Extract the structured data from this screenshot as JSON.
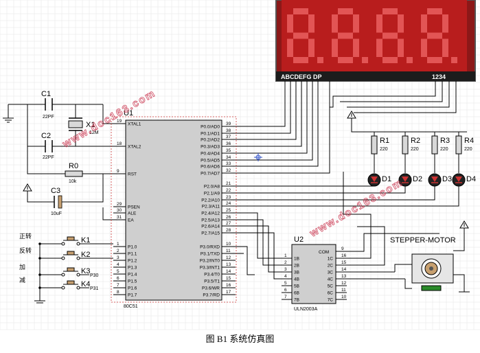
{
  "caption": "图 B1  系统仿真图",
  "watermark": "www.doc163.com",
  "display": {
    "segments": "ABCDEFG DP",
    "digits": "1234"
  },
  "mcu": {
    "ref": "U1",
    "part": "80C51",
    "left_pins": [
      {
        "num": "19",
        "name": "XTAL1"
      },
      {
        "num": "18",
        "name": "XTAL2"
      },
      {
        "num": "9",
        "name": "RST"
      },
      {
        "num": "29",
        "name": "PSEN"
      },
      {
        "num": "30",
        "name": "ALE"
      },
      {
        "num": "31",
        "name": "EA"
      },
      {
        "num": "1",
        "name": "P1.0"
      },
      {
        "num": "2",
        "name": "P1.1"
      },
      {
        "num": "3",
        "name": "P1.2"
      },
      {
        "num": "4",
        "name": "P1.3"
      },
      {
        "num": "5",
        "name": "P1.4"
      },
      {
        "num": "6",
        "name": "P1.5"
      },
      {
        "num": "7",
        "name": "P1.6"
      },
      {
        "num": "8",
        "name": "P1.7"
      }
    ],
    "right_pins": [
      {
        "num": "39",
        "name": "P0.0/AD0"
      },
      {
        "num": "38",
        "name": "P0.1/AD1"
      },
      {
        "num": "37",
        "name": "P0.2/AD2"
      },
      {
        "num": "36",
        "name": "P0.3/AD3"
      },
      {
        "num": "35",
        "name": "P0.4/AD4"
      },
      {
        "num": "34",
        "name": "P0.5/AD5"
      },
      {
        "num": "33",
        "name": "P0.6/AD6"
      },
      {
        "num": "32",
        "name": "P0.7/AD7"
      },
      {
        "num": "21",
        "name": "P2.0/A8"
      },
      {
        "num": "22",
        "name": "P2.1/A9"
      },
      {
        "num": "23",
        "name": "P2.2/A10"
      },
      {
        "num": "24",
        "name": "P2.3/A11"
      },
      {
        "num": "25",
        "name": "P2.4/A12"
      },
      {
        "num": "26",
        "name": "P2.5/A13"
      },
      {
        "num": "27",
        "name": "P2.6/A14"
      },
      {
        "num": "28",
        "name": "P2.7/A15"
      },
      {
        "num": "10",
        "name": "P3.0/RXD"
      },
      {
        "num": "11",
        "name": "P3.1/TXD"
      },
      {
        "num": "12",
        "name": "P3.2/INT0"
      },
      {
        "num": "13",
        "name": "P3.3/INT1"
      },
      {
        "num": "14",
        "name": "P3.4/T0"
      },
      {
        "num": "15",
        "name": "P3.5/T1"
      },
      {
        "num": "16",
        "name": "P3.6/WR"
      },
      {
        "num": "17",
        "name": "P3.7/RD"
      }
    ]
  },
  "driver": {
    "ref": "U2",
    "part": "ULN2003A",
    "com": "COM",
    "com_pin": "9",
    "inputs": [
      {
        "num": "1",
        "name": "1B"
      },
      {
        "num": "2",
        "name": "2B"
      },
      {
        "num": "3",
        "name": "3B"
      },
      {
        "num": "4",
        "name": "4B"
      },
      {
        "num": "5",
        "name": "5B"
      },
      {
        "num": "6",
        "name": "6B"
      },
      {
        "num": "7",
        "name": "7B"
      }
    ],
    "outputs": [
      {
        "num": "16",
        "name": "1C"
      },
      {
        "num": "15",
        "name": "2C"
      },
      {
        "num": "14",
        "name": "3C"
      },
      {
        "num": "13",
        "name": "4C"
      },
      {
        "num": "12",
        "name": "5C"
      },
      {
        "num": "11",
        "name": "6C"
      },
      {
        "num": "10",
        "name": "7C"
      }
    ]
  },
  "parts": {
    "c1": {
      "ref": "C1",
      "value": "22PF"
    },
    "c2": {
      "ref": "C2",
      "value": "22PF"
    },
    "x1": {
      "ref": "X1",
      "value": "12M"
    },
    "r0": {
      "ref": "R0",
      "value": "10k"
    },
    "c3": {
      "ref": "C3",
      "value": "10uF"
    },
    "resistors": [
      {
        "ref": "R1",
        "value": "220"
      },
      {
        "ref": "R2",
        "value": "220"
      },
      {
        "ref": "R3",
        "value": "220"
      },
      {
        "ref": "R4",
        "value": "220"
      }
    ],
    "leds": [
      "D1",
      "D2",
      "D3",
      "D4"
    ],
    "motor": "STEPPER-MOTOR"
  },
  "switches": [
    {
      "ref": "K1",
      "label": "正转"
    },
    {
      "ref": "K2",
      "label": "反转"
    },
    {
      "ref": "K3",
      "label": "加"
    },
    {
      "ref": "K4",
      "label": "减"
    }
  ],
  "net_labels": {
    "p30": "P30",
    "p31": "P31"
  }
}
